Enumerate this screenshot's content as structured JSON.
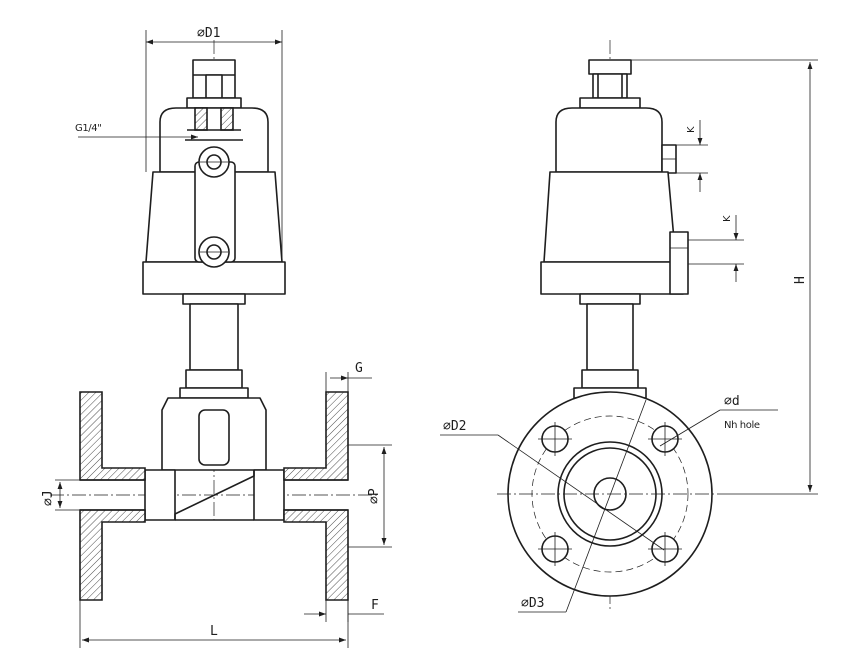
{
  "labels": {
    "d1": "D1",
    "g_thread": "G1/4\"",
    "g": "G",
    "p": "P",
    "j": "J",
    "f": "F",
    "l": "L",
    "k_top": "K",
    "k_bottom": "K",
    "h": "H",
    "d2": "D2",
    "d3": "D3",
    "d": "d",
    "n_hole": "Nh hole"
  },
  "symbols": {
    "diameter": "∅"
  }
}
